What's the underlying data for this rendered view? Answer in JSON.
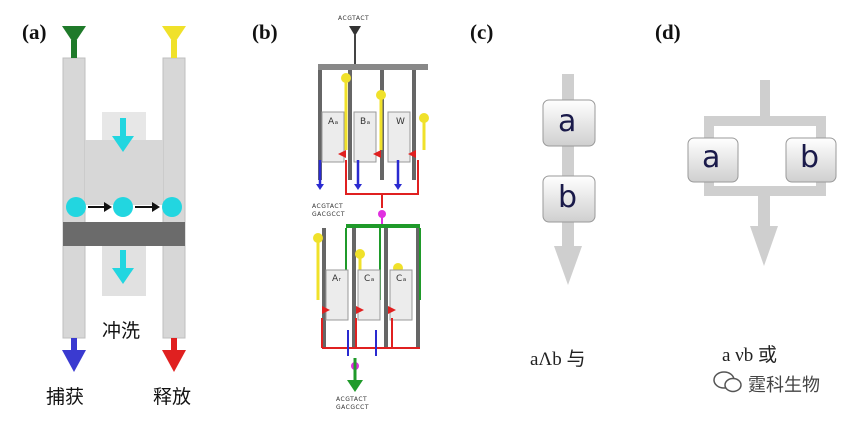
{
  "panels": {
    "a": {
      "label": "(a)",
      "wash_label": "冲洗",
      "capture_label": "捕获",
      "release_label": "释放",
      "colors": {
        "in_left": "#1f7a2a",
        "in_right": "#f0e12a",
        "out_left": "#3a3ad0",
        "out_right": "#e02020",
        "bead": "#22d6e0",
        "channel": "#d7d7d7",
        "bar": "#6b6b6b"
      }
    },
    "b": {
      "label": "(b)",
      "top_letters": [
        "Aₐ",
        "Bₐ",
        "W"
      ],
      "bottom_letters": [
        "Aᵣ",
        "Cₐ",
        "Cₐ"
      ],
      "tiny_top": "ACGTACT",
      "tiny_mid": "ACGTACT GACGCCT",
      "tiny_bot": "ACGTACT GACGCCT"
    },
    "c": {
      "label": "(c)",
      "box1": "a",
      "box2": "b",
      "caption": "aΛb 与"
    },
    "d": {
      "label": "(d)",
      "box1": "a",
      "box2": "b",
      "caption": "a νb 或"
    },
    "watermark": {
      "text": "霆科生物",
      "icon": "wechat-icon"
    }
  }
}
